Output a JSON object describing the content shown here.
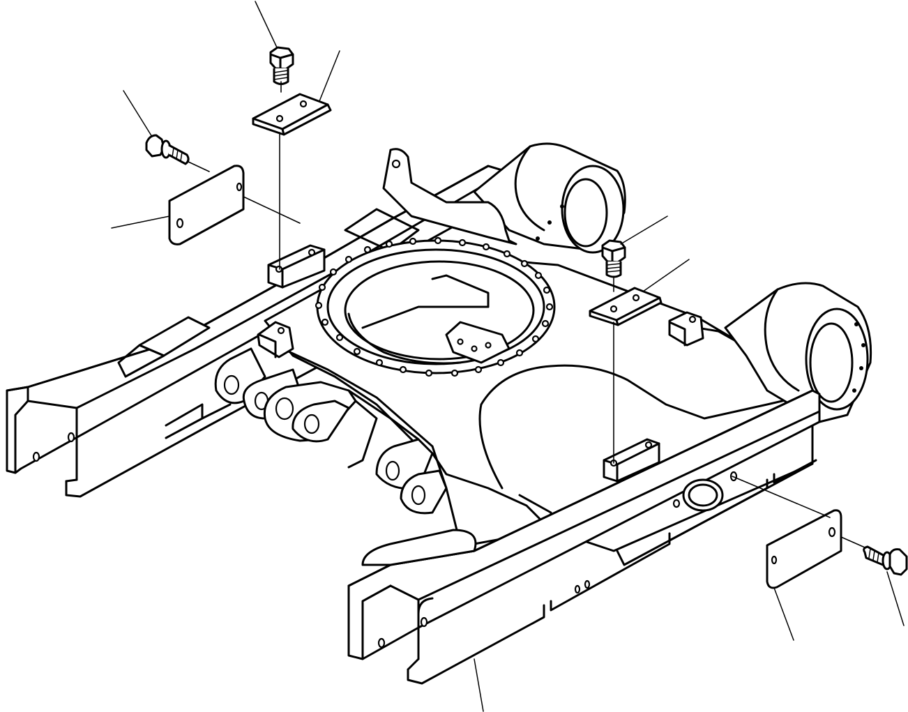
{
  "diagram": {
    "subject": "track-frame-exploded-view",
    "line_color": "#000000",
    "background": "#ffffff",
    "callouts": [
      {
        "id": "bolt-top-left"
      },
      {
        "id": "plate-top-left"
      },
      {
        "id": "flange-bolt-left"
      },
      {
        "id": "cover-left"
      },
      {
        "id": "bolt-top-right"
      },
      {
        "id": "plate-top-right"
      },
      {
        "id": "cover-right"
      },
      {
        "id": "flange-bolt-right"
      },
      {
        "id": "track-frame"
      }
    ]
  }
}
